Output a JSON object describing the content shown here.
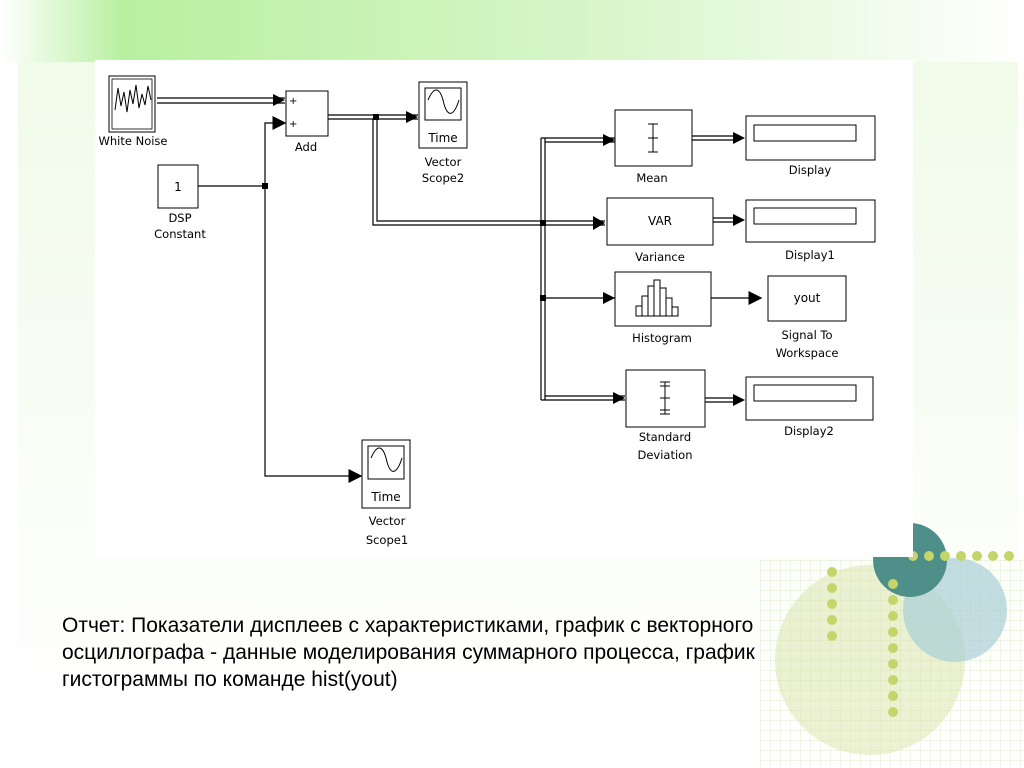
{
  "diagram": {
    "blocks": {
      "white_noise": {
        "label": "White Noise"
      },
      "dsp_constant": {
        "value": "1",
        "label_line1": "DSP",
        "label_line2": "Constant"
      },
      "add": {
        "label": "Add",
        "port1": "+",
        "port2": "+"
      },
      "scope2": {
        "icon_text": "Time",
        "label_line1": "Vector",
        "label_line2": "Scope2"
      },
      "scope1": {
        "icon_text": "Time",
        "label_line1": "Vector",
        "label_line2": "Scope1"
      },
      "mean": {
        "label": "Mean"
      },
      "variance": {
        "icon_text": "VAR",
        "label": "Variance"
      },
      "histogram": {
        "label": "Histogram"
      },
      "std": {
        "label_line1": "Standard",
        "label_line2": "Deviation"
      },
      "display": {
        "label": "Display"
      },
      "display1": {
        "label": "Display1"
      },
      "display2": {
        "label": "Display2"
      },
      "signal_to_ws": {
        "icon_text": "yout",
        "label_line1": "Signal To",
        "label_line2": "Workspace"
      }
    }
  },
  "caption": {
    "line1": "Отчет: Показатели дисплеев с характеристиками,  график с векторного",
    "line2": "осциллографа - данные моделирования суммарного процесса, график",
    "line3": "гистограммы по команде hist(yout)"
  },
  "colors": {
    "header_green": "#b8f0a0",
    "teal_circle": "#4f8f8a",
    "light_blue_circle": "#a9cfd6",
    "olive_circle": "#d4dfa0",
    "dots": "#c5d56a"
  }
}
